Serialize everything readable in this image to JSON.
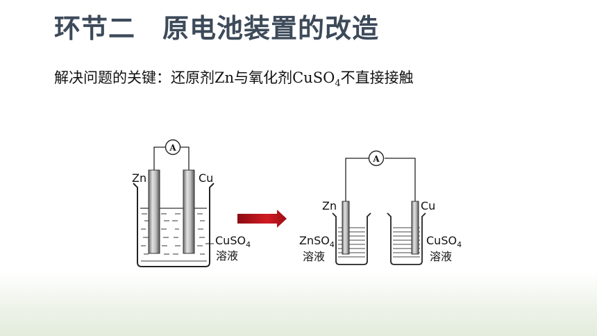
{
  "slide": {
    "title": "环节二　原电池装置的改造",
    "subtitle": {
      "prefix": "解决问题的关键：还原剂Zn与氧化剂CuSO",
      "subscript": "4",
      "suffix": "不直接接触"
    }
  },
  "figure_left": {
    "ammeter": "A",
    "electrode_left": "Zn",
    "electrode_right": "Cu",
    "solution_formula": "CuSO",
    "solution_subscript": "4",
    "solution_word": "溶液"
  },
  "figure_right": {
    "ammeter": "A",
    "electrode_left": "Zn",
    "electrode_right": "Cu",
    "left_solution_formula": "ZnSO",
    "left_solution_subscript": "4",
    "left_solution_word": "溶液",
    "right_solution_formula": "CuSO",
    "right_solution_subscript": "4",
    "right_solution_word": "溶液"
  },
  "colors": {
    "title": "#3d4a5a",
    "arrow": "#c0121a",
    "footer": "#e3ecdd"
  }
}
